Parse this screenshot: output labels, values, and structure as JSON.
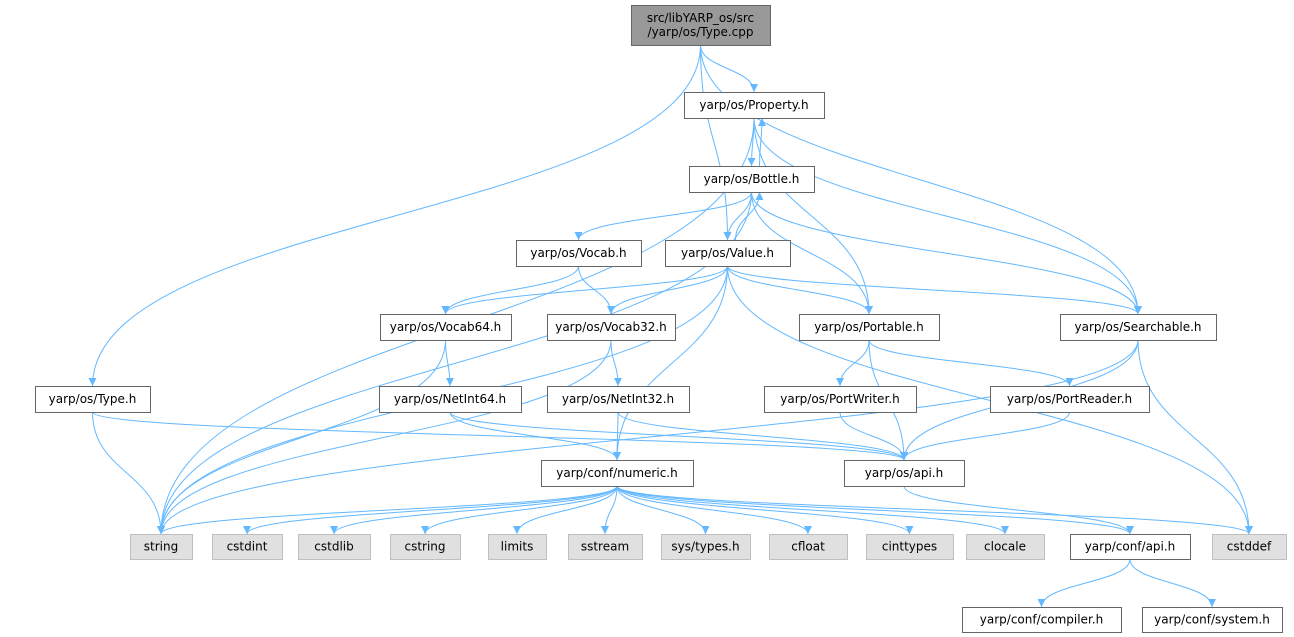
{
  "title": "src/libYARP_os/src/yarp/os/Type.cpp include dependency graph",
  "colors": {
    "edge": "#63b8ff",
    "root_fill": "#999999",
    "system_fill": "#e0e0e0",
    "node_fill": "#ffffff",
    "border": "#666666"
  },
  "nodes": [
    {
      "id": "root",
      "lines": [
        "src/libYARP_os/src",
        "/yarp/os/Type.cpp"
      ],
      "kind": "root"
    },
    {
      "id": "property",
      "lines": [
        "yarp/os/Property.h"
      ],
      "kind": "file"
    },
    {
      "id": "bottle",
      "lines": [
        "yarp/os/Bottle.h"
      ],
      "kind": "file"
    },
    {
      "id": "vocab",
      "lines": [
        "yarp/os/Vocab.h"
      ],
      "kind": "file"
    },
    {
      "id": "value",
      "lines": [
        "yarp/os/Value.h"
      ],
      "kind": "file"
    },
    {
      "id": "vocab64",
      "lines": [
        "yarp/os/Vocab64.h"
      ],
      "kind": "file"
    },
    {
      "id": "vocab32",
      "lines": [
        "yarp/os/Vocab32.h"
      ],
      "kind": "file"
    },
    {
      "id": "portable",
      "lines": [
        "yarp/os/Portable.h"
      ],
      "kind": "file"
    },
    {
      "id": "searchable",
      "lines": [
        "yarp/os/Searchable.h"
      ],
      "kind": "file"
    },
    {
      "id": "type",
      "lines": [
        "yarp/os/Type.h"
      ],
      "kind": "file"
    },
    {
      "id": "netint64",
      "lines": [
        "yarp/os/NetInt64.h"
      ],
      "kind": "file"
    },
    {
      "id": "netint32",
      "lines": [
        "yarp/os/NetInt32.h"
      ],
      "kind": "file"
    },
    {
      "id": "portwriter",
      "lines": [
        "yarp/os/PortWriter.h"
      ],
      "kind": "file"
    },
    {
      "id": "portreader",
      "lines": [
        "yarp/os/PortReader.h"
      ],
      "kind": "file"
    },
    {
      "id": "numeric",
      "lines": [
        "yarp/conf/numeric.h"
      ],
      "kind": "file"
    },
    {
      "id": "osapi",
      "lines": [
        "yarp/os/api.h"
      ],
      "kind": "file"
    },
    {
      "id": "string",
      "lines": [
        "string"
      ],
      "kind": "system"
    },
    {
      "id": "cstdint",
      "lines": [
        "cstdint"
      ],
      "kind": "system"
    },
    {
      "id": "cstdlib",
      "lines": [
        "cstdlib"
      ],
      "kind": "system"
    },
    {
      "id": "cstring",
      "lines": [
        "cstring"
      ],
      "kind": "system"
    },
    {
      "id": "limits",
      "lines": [
        "limits"
      ],
      "kind": "system"
    },
    {
      "id": "sstream",
      "lines": [
        "sstream"
      ],
      "kind": "system"
    },
    {
      "id": "systypes",
      "lines": [
        "sys/types.h"
      ],
      "kind": "system"
    },
    {
      "id": "cfloat",
      "lines": [
        "cfloat"
      ],
      "kind": "system"
    },
    {
      "id": "cinttypes",
      "lines": [
        "cinttypes"
      ],
      "kind": "system"
    },
    {
      "id": "clocale",
      "lines": [
        "clocale"
      ],
      "kind": "system"
    },
    {
      "id": "confapi",
      "lines": [
        "yarp/conf/api.h"
      ],
      "kind": "file"
    },
    {
      "id": "cstddef",
      "lines": [
        "cstddef"
      ],
      "kind": "system"
    },
    {
      "id": "compiler",
      "lines": [
        "yarp/conf/compiler.h"
      ],
      "kind": "file"
    },
    {
      "id": "system",
      "lines": [
        "yarp/conf/system.h"
      ],
      "kind": "file"
    }
  ],
  "edges": [
    [
      "root",
      "type"
    ],
    [
      "root",
      "value"
    ],
    [
      "root",
      "property"
    ],
    [
      "root",
      "searchable"
    ],
    [
      "property",
      "string"
    ],
    [
      "property",
      "bottle"
    ],
    [
      "property",
      "portable"
    ],
    [
      "property",
      "searchable"
    ],
    [
      "bottle",
      "property"
    ],
    [
      "bottle",
      "string"
    ],
    [
      "bottle",
      "vocab"
    ],
    [
      "bottle",
      "value"
    ],
    [
      "bottle",
      "portable"
    ],
    [
      "bottle",
      "searchable"
    ],
    [
      "value",
      "bottle"
    ],
    [
      "value",
      "string"
    ],
    [
      "value",
      "vocab64"
    ],
    [
      "value",
      "vocab32"
    ],
    [
      "value",
      "portable"
    ],
    [
      "value",
      "searchable"
    ],
    [
      "value",
      "numeric"
    ],
    [
      "value",
      "cstddef"
    ],
    [
      "vocab",
      "vocab64"
    ],
    [
      "vocab",
      "vocab32"
    ],
    [
      "vocab64",
      "string"
    ],
    [
      "vocab64",
      "netint64"
    ],
    [
      "vocab32",
      "string"
    ],
    [
      "vocab32",
      "netint32"
    ],
    [
      "portable",
      "portwriter"
    ],
    [
      "portable",
      "portreader"
    ],
    [
      "portable",
      "osapi"
    ],
    [
      "searchable",
      "string"
    ],
    [
      "searchable",
      "osapi"
    ],
    [
      "searchable",
      "cstddef"
    ],
    [
      "type",
      "string"
    ],
    [
      "type",
      "osapi"
    ],
    [
      "netint64",
      "numeric"
    ],
    [
      "netint64",
      "osapi"
    ],
    [
      "netint32",
      "numeric"
    ],
    [
      "netint32",
      "osapi"
    ],
    [
      "portwriter",
      "osapi"
    ],
    [
      "portreader",
      "osapi"
    ],
    [
      "osapi",
      "confapi"
    ],
    [
      "numeric",
      "string"
    ],
    [
      "numeric",
      "cstdint"
    ],
    [
      "numeric",
      "cstdlib"
    ],
    [
      "numeric",
      "cstring"
    ],
    [
      "numeric",
      "limits"
    ],
    [
      "numeric",
      "sstream"
    ],
    [
      "numeric",
      "systypes"
    ],
    [
      "numeric",
      "cfloat"
    ],
    [
      "numeric",
      "cinttypes"
    ],
    [
      "numeric",
      "clocale"
    ],
    [
      "numeric",
      "confapi"
    ],
    [
      "numeric",
      "cstddef"
    ],
    [
      "confapi",
      "compiler"
    ],
    [
      "confapi",
      "system"
    ]
  ]
}
